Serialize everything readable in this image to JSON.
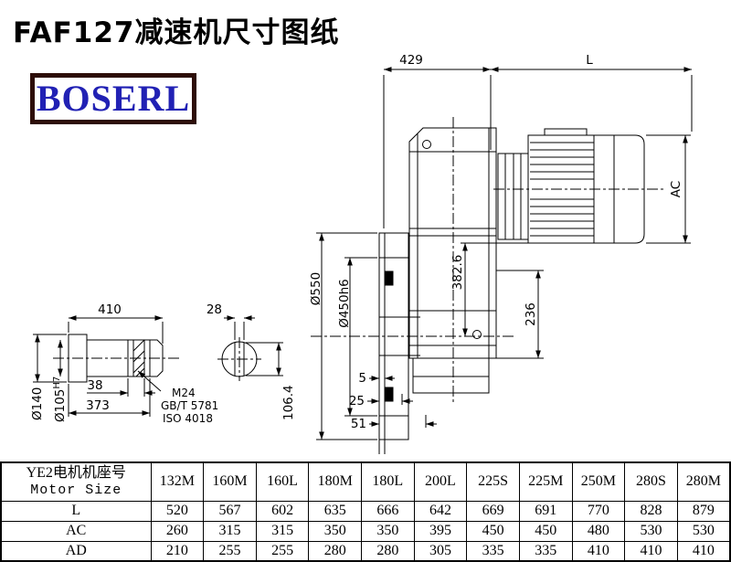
{
  "page": {
    "title": "FAF127减速机尺寸图纸"
  },
  "logo": {
    "text": "BOSERL"
  },
  "drawing": {
    "dim_429": "429",
    "dim_L": "L",
    "dim_AC": "AC",
    "dim_550": "Ø550",
    "dim_450": "Ø450h6",
    "dim_382": "382.6",
    "dim_236": "236",
    "dim_5": "5",
    "dim_25": "25",
    "dim_51": "51",
    "dim_410": "410",
    "dim_28": "28",
    "dim_140": "Ø140",
    "dim_105": "Ø105",
    "dim_105_tol": "H7",
    "dim_38": "38",
    "dim_373": "373",
    "dim_106": "106.4",
    "note_m24": "M24",
    "note_gbt": "GB/T 5781",
    "note_iso": "ISO 4018"
  },
  "table": {
    "header": {
      "line1": "YE2电机机座号",
      "line2": "Motor Size"
    },
    "columns": [
      "132M",
      "160M",
      "160L",
      "180M",
      "180L",
      "200L",
      "225S",
      "225M",
      "250M",
      "280S",
      "280M"
    ],
    "rows": [
      {
        "label": "L",
        "values": [
          520,
          567,
          602,
          635,
          666,
          642,
          669,
          691,
          770,
          828,
          879
        ]
      },
      {
        "label": "AC",
        "values": [
          260,
          315,
          315,
          350,
          350,
          395,
          450,
          450,
          480,
          530,
          530
        ]
      },
      {
        "label": "AD",
        "values": [
          210,
          255,
          255,
          280,
          280,
          305,
          335,
          335,
          410,
          410,
          410
        ]
      }
    ]
  }
}
